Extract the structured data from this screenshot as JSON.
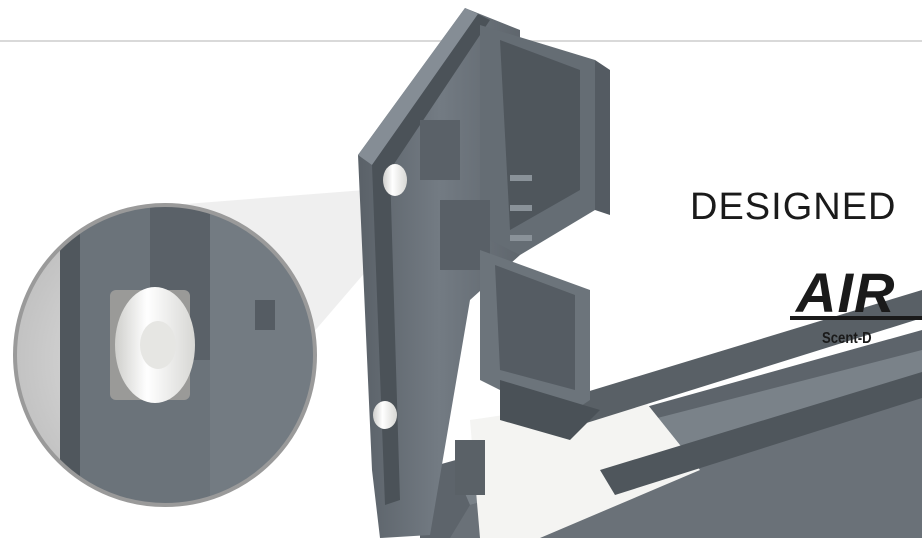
{
  "headline": "DESIGNED",
  "brand": {
    "logo_text": "AIR",
    "tagline": "Scent-D"
  },
  "colors": {
    "dispenser_gray": "#69727a",
    "dispenser_dark": "#4c5359",
    "roller_white": "#f2f2f0",
    "refill_white": "#f4f4f2",
    "text": "#1a1a1a"
  }
}
